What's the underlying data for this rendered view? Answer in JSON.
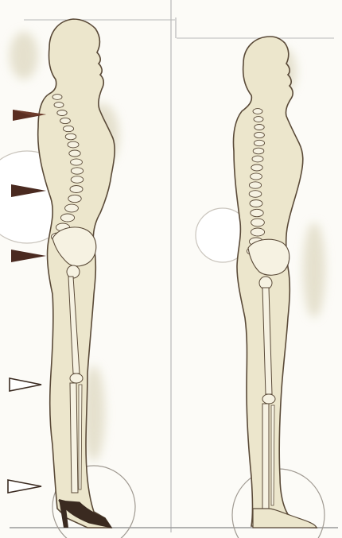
{
  "figure": {
    "panels": [
      {
        "name": "left-figure",
        "view": "side",
        "posture": "forward-tilted"
      },
      {
        "name": "right-figure",
        "view": "side",
        "posture": "upright"
      }
    ],
    "colors": {
      "background": "#fcfbf7",
      "body_fill": "#ece6cc",
      "outline": "#5a4a38",
      "bone": "#f6f2e2",
      "shadow": "#d7d1b3",
      "marker": "#5a2e22",
      "guide": "#9a9a9a",
      "circle": "#a09a92"
    },
    "markers": {
      "count": 5,
      "filled": 3,
      "outlined": 2
    },
    "icons": [
      "triangle-marker-icon",
      "reference-circle-icon",
      "plumb-line-icon"
    ]
  }
}
